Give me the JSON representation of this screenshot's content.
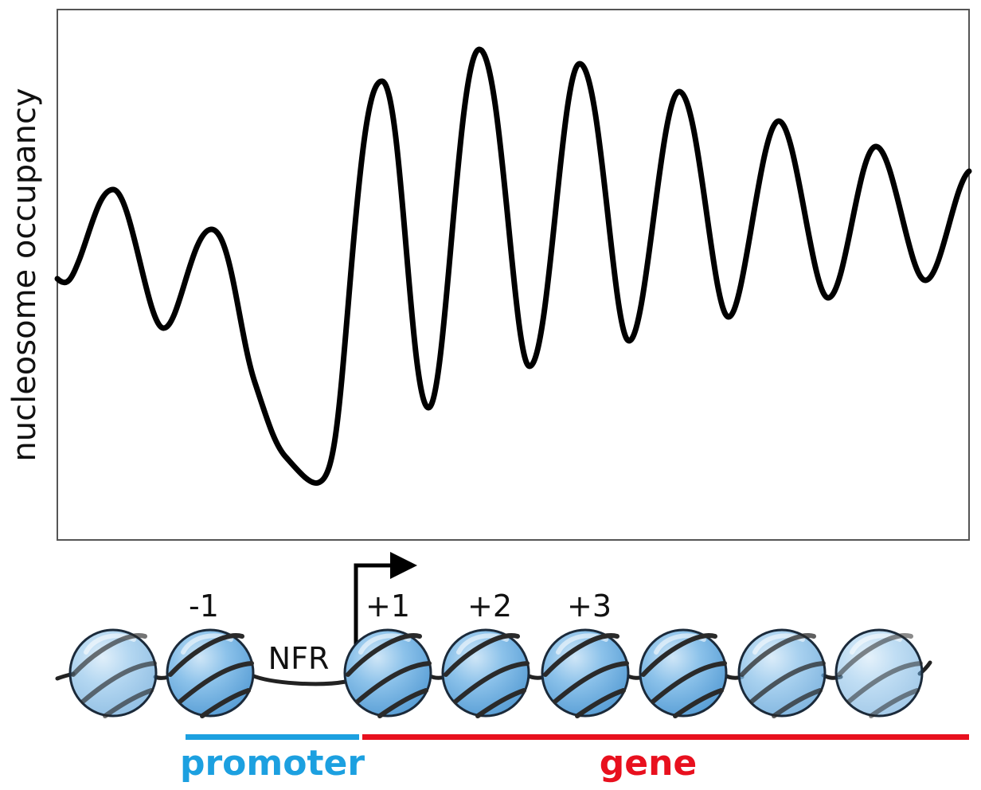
{
  "axis": {
    "ylabel": "nucleosome occupancy"
  },
  "nucleosome_labels": [
    "-1",
    "+1",
    "+2",
    "+3"
  ],
  "nfr_label": "NFR",
  "regions": {
    "promoter": {
      "label": "promoter",
      "color": "#1ca0e0"
    },
    "gene": {
      "label": "gene",
      "color": "#e8101e"
    }
  },
  "colors": {
    "curve": "#000000",
    "frame": "#555555",
    "nucleosome_fill": "#7fb9e4",
    "dna": "#222222"
  },
  "nucleosome_fill_levels": [
    0.65,
    1.0,
    1.0,
    1.0,
    1.0,
    1.0,
    0.75,
    0.55
  ]
}
